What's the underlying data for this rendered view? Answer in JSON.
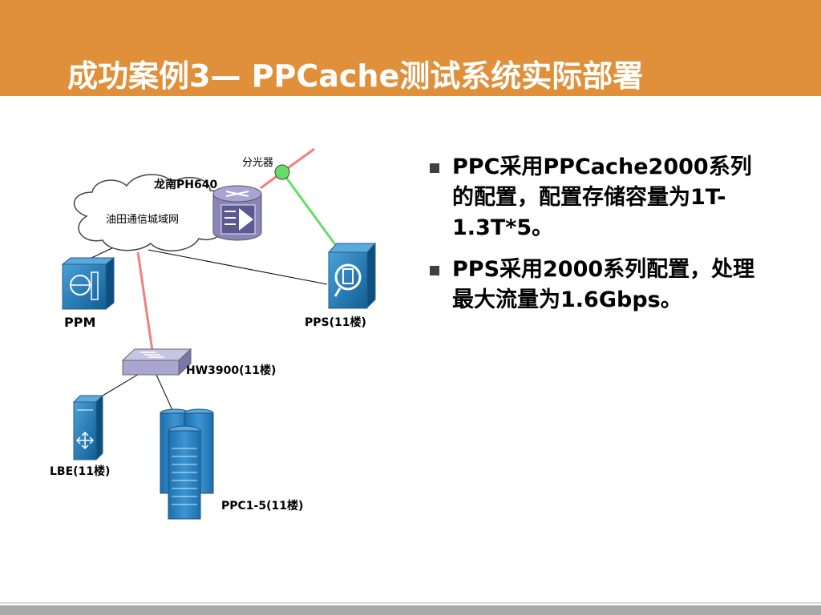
{
  "slide": {
    "title": "成功案例3— PPCache测试系统实际部署"
  },
  "diagram": {
    "labels": {
      "splitter": "分光器",
      "router": "龙南PH640",
      "cloud": "油田通信城域网",
      "ppm": "PPM",
      "pps": "PPS(11楼)",
      "switch": "HW3900(11楼)",
      "lbe": "LBE(11楼)",
      "ppc": "PPC1-5(11楼)"
    },
    "colors": {
      "link_red": "#f08080",
      "link_green": "#66dd66",
      "link_black": "#000000",
      "device_blue": "#1e78b4",
      "router_purple": "#8a84b8",
      "switch_purple": "#aaa6d0",
      "splitter_green": "#66dd66"
    }
  },
  "bullets": [
    {
      "text": "PPC采用PPCache2000系列的配置，配置存储容量为1T-1.3T*5。"
    },
    {
      "text": "PPS采用2000系列配置，处理最大流量为1.6Gbps。"
    }
  ],
  "theme": {
    "header_color": "#e0903a",
    "footer_color": "#a8a8a8"
  }
}
